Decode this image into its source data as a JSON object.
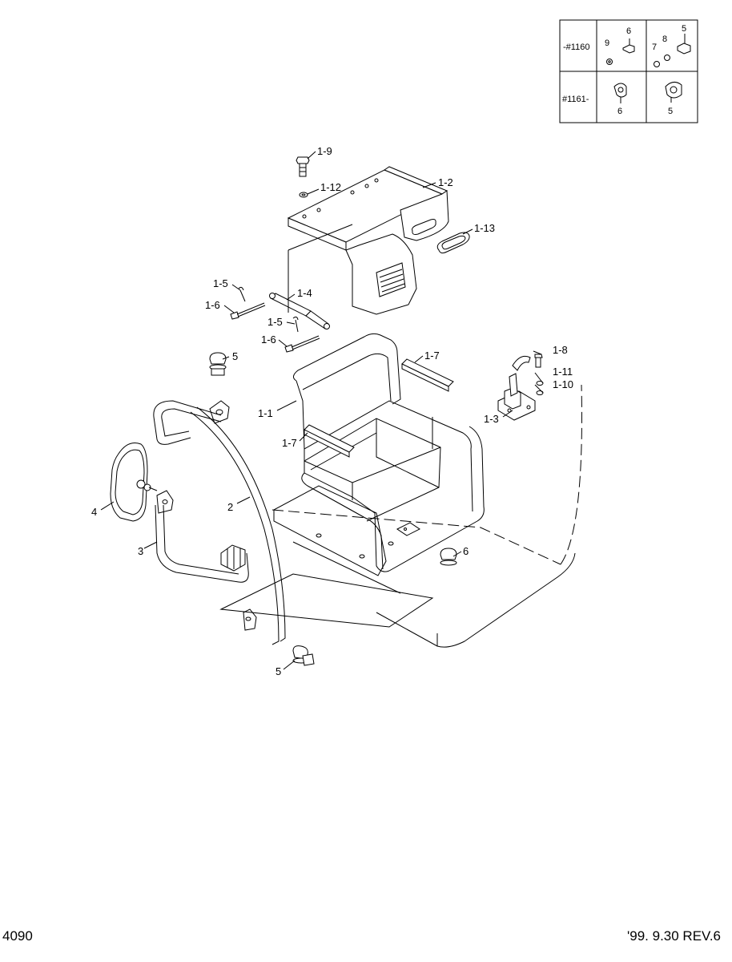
{
  "page": {
    "number": "4090",
    "revision": "'99. 9.30  REV.6"
  },
  "serial_table": {
    "rows": [
      {
        "serial": "-#1160",
        "left_labels": [
          "9",
          "6"
        ],
        "right_labels": [
          "7",
          "8",
          "5"
        ]
      },
      {
        "serial": "#1161-",
        "left_labels": [
          "6"
        ],
        "right_labels": [
          "5"
        ]
      }
    ]
  },
  "callouts": {
    "p1_9": "1-9",
    "p1_2": "1-2",
    "p1_12": "1-12",
    "p1_13": "1-13",
    "p1_5a": "1-5",
    "p1_4": "1-4",
    "p1_6a": "1-6",
    "p1_5b": "1-5",
    "p1_6b": "1-6",
    "p1_7a": "1-7",
    "p1_8": "1-8",
    "p1_11": "1-11",
    "p1_10": "1-10",
    "p1_3": "1-3",
    "p1_1": "1-1",
    "p1_7b": "1-7",
    "p5a": "5",
    "p4": "4",
    "p2": "2",
    "p3": "3",
    "p6": "6",
    "p5b": "5"
  }
}
